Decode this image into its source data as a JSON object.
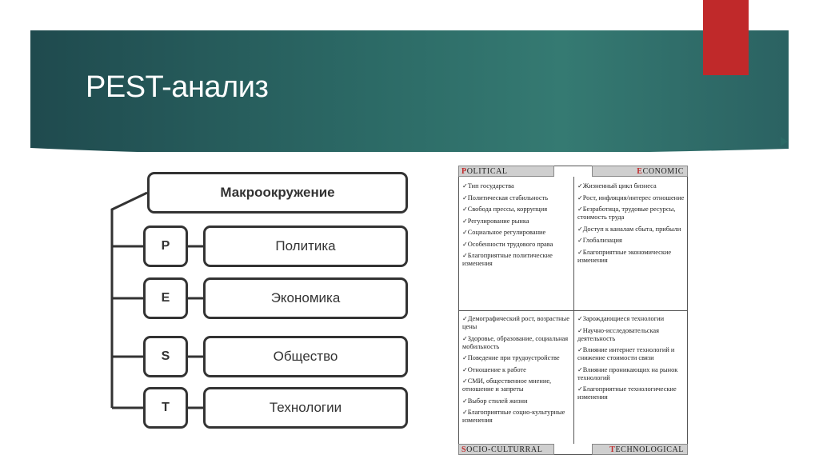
{
  "slide": {
    "title": "PEST-анализ"
  },
  "diagram": {
    "root": "Макроокружение",
    "rows": [
      {
        "letter": "P",
        "label": "Политика"
      },
      {
        "letter": "E",
        "label": "Экономика"
      },
      {
        "letter": "S",
        "label": "Общество"
      },
      {
        "letter": "T",
        "label": "Технологии"
      }
    ]
  },
  "matrix": {
    "political": {
      "header_initial": "P",
      "header_rest": "OLITICAL",
      "items": [
        "Тип государства",
        "Политическая стабильность",
        "Свобода прессы, коррупция",
        "Регулирование рынка",
        "Социальное регулирование",
        "Особенности трудового права",
        "Благоприятные политические изменения"
      ]
    },
    "economic": {
      "header_initial": "E",
      "header_rest": "CONOMIC",
      "items": [
        "Жизненный цикл бизнеса",
        "Рост, инфляция/интерес отношение",
        "Безработица, трудовые ресурсы, стоимость труда",
        "Доступ к каналам сбыта, прибыли",
        "Глобализация",
        "Благоприятные экономические изменения"
      ]
    },
    "socio": {
      "header_initial": "S",
      "header_rest": "OCIO-CULTURRAL",
      "items": [
        "Демографический рост, возрастные цены",
        "Здоровье, образование, социальная мобильность",
        "Поведение при трудоустройстве",
        "Отношение к работе",
        "СМИ, общественное мнение, отношение и запреты",
        "Выбор стилей жизни",
        "Благоприятные социо-культурные изменения"
      ]
    },
    "technological": {
      "header_initial": "T",
      "header_rest": "ECHNOLOGICAL",
      "items": [
        "Зарождающиеся технологии",
        "Научно-исследовательская деятельность",
        "Влияние интернет технологий и снижение стоимости связи",
        "Влияние проникающих на рынок технологий",
        "Благоприятные технологические изменения"
      ]
    }
  },
  "colors": {
    "banner": "#2c6a66",
    "accent": "#c0292a"
  }
}
